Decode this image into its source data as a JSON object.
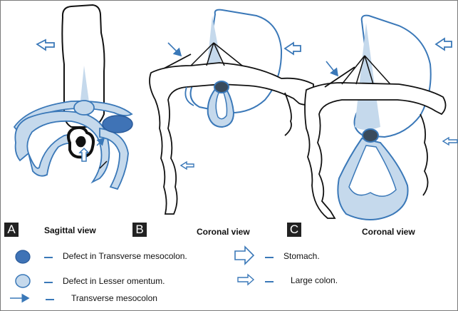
{
  "panels": [
    {
      "letter": "A",
      "view": "Sagittal view"
    },
    {
      "letter": "B",
      "view": "Coronal view"
    },
    {
      "letter": "C",
      "view": "Coronal view"
    }
  ],
  "legend": {
    "defect_transverse": "Defect in Transverse mesocolon.",
    "defect_lesser": "Defect in Lesser omentum.",
    "transverse_mesocolon": "Transverse mesocolon",
    "stomach": "Stomach.",
    "large_colon": "Large colon."
  },
  "colors": {
    "outline_blue": "#3a78b8",
    "fill_light_blue": "#c5d9ec",
    "fill_pale_blue": "#e2ebf5",
    "defect_dark_blue": "#3f73b6",
    "line_black": "#111111"
  }
}
